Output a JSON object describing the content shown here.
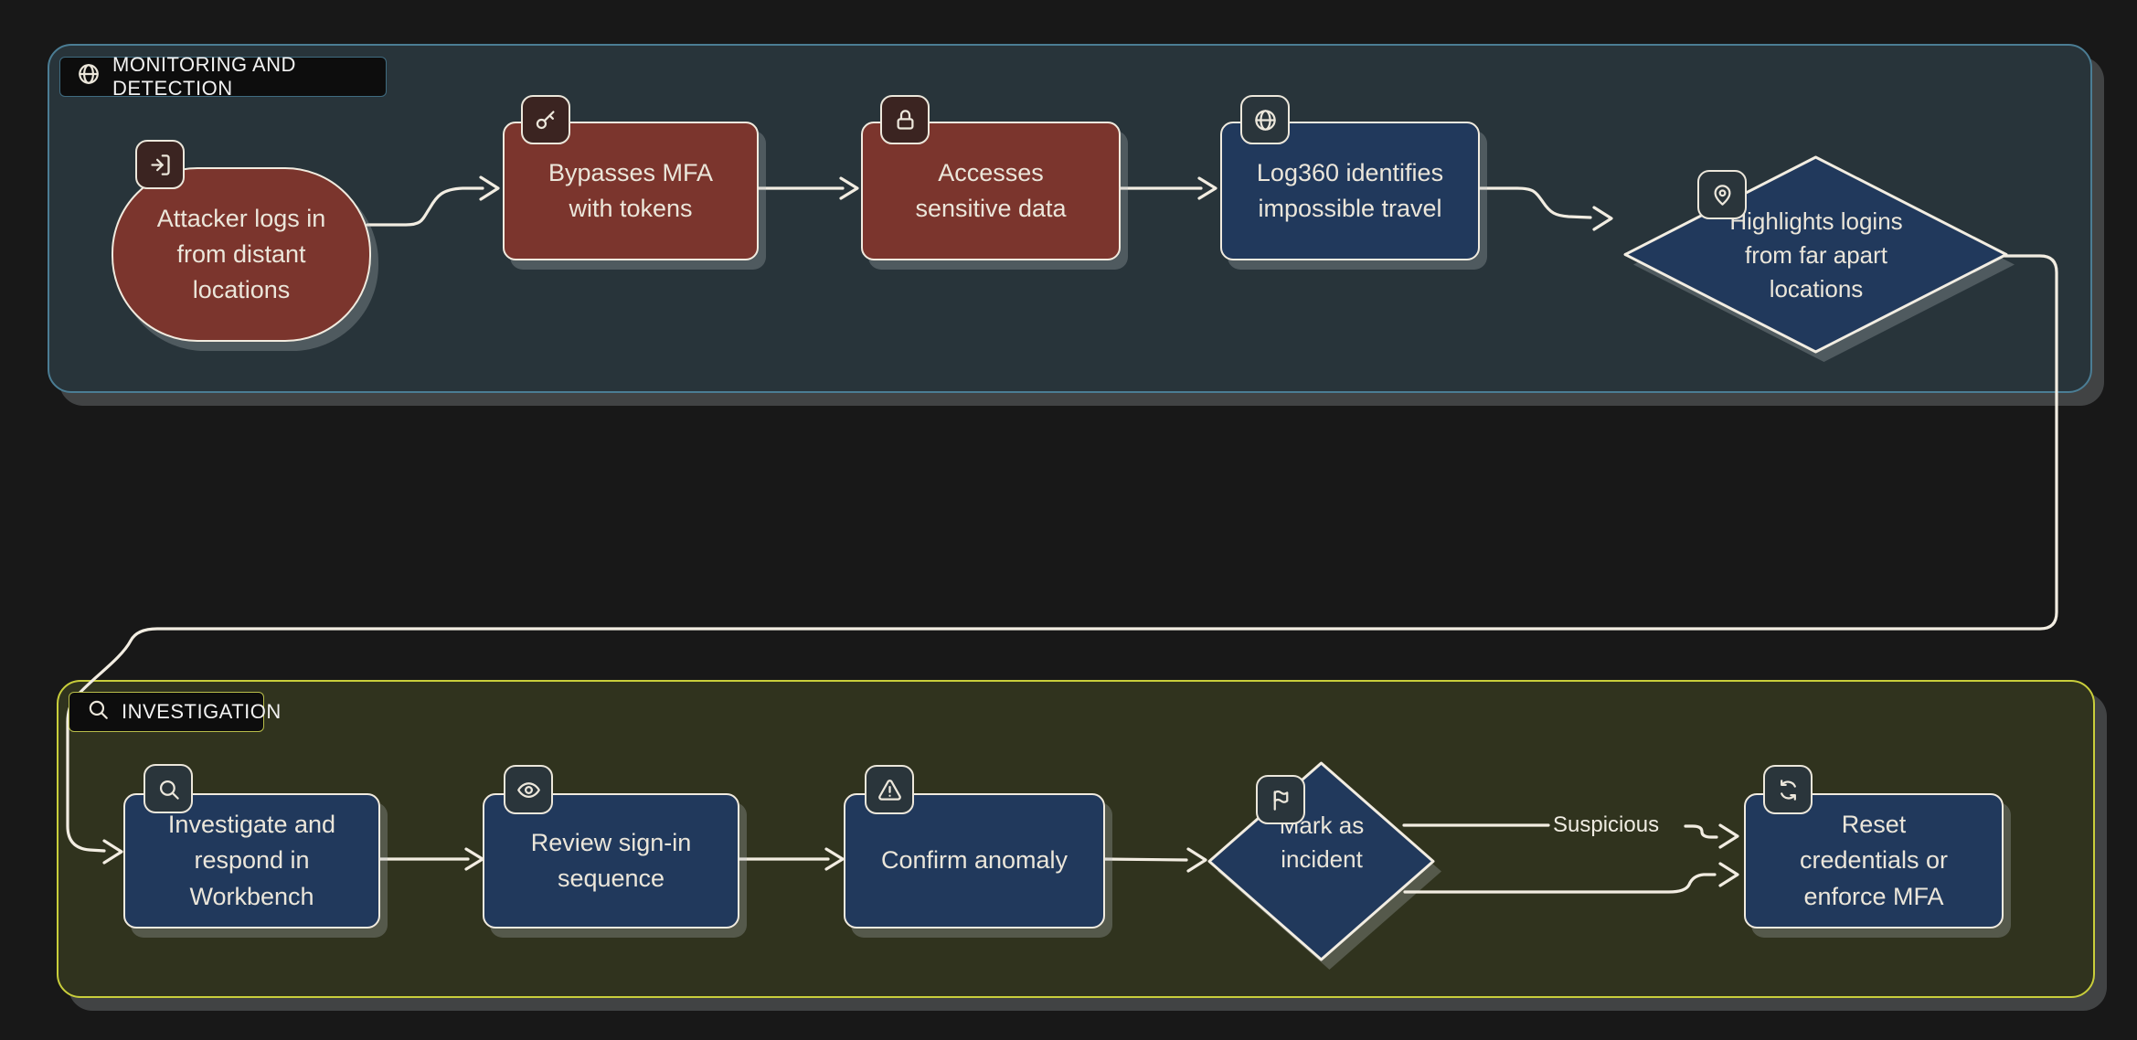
{
  "diagram": {
    "sections": [
      {
        "label": "MONITORING AND DETECTION",
        "icon": "globe-icon",
        "border_color": "#4b7d94",
        "fill": "#28343a"
      },
      {
        "label": "INVESTIGATION",
        "icon": "search-icon",
        "border_color": "#c9ce3b",
        "fill": "#30331e"
      }
    ],
    "nodes": [
      {
        "label": "Attacker logs in from distant locations",
        "icon": "log-in-icon",
        "shape": "stadium",
        "fill": "#7b352d"
      },
      {
        "label": "Bypasses MFA with tokens",
        "icon": "key-icon",
        "shape": "rect",
        "fill": "#7b352d"
      },
      {
        "label": "Accesses sensitive data",
        "icon": "lock-icon",
        "shape": "rect",
        "fill": "#7b352d"
      },
      {
        "label": "Log360 identifies impossible travel",
        "icon": "globe-icon",
        "shape": "rect",
        "fill": "#21395c"
      },
      {
        "label": "Highlights logins from far apart locations",
        "icon": "map-pin-icon",
        "shape": "diamond",
        "fill": "#21395c"
      },
      {
        "label": "Investigate and respond in Workbench",
        "icon": "search-icon",
        "shape": "rect",
        "fill": "#21395c"
      },
      {
        "label": "Review sign-in sequence",
        "icon": "eye-icon",
        "shape": "rect",
        "fill": "#21395c"
      },
      {
        "label": "Confirm anomaly",
        "icon": "alert-triangle-icon",
        "shape": "rect",
        "fill": "#21395c"
      },
      {
        "label": "Mark as incident",
        "icon": "flag-icon",
        "shape": "diamond",
        "fill": "#21395c"
      },
      {
        "label": "Reset credentials or enforce MFA",
        "icon": "refresh-icon",
        "shape": "rect",
        "fill": "#21395c"
      }
    ],
    "edge_labels": {
      "suspicious": "Suspicious"
    },
    "colors": {
      "background": "#181818",
      "node_red": "#7b352d",
      "node_blue": "#21395c",
      "edge_stroke": "#f2ede2",
      "text": "#ebe6da",
      "badge_red": "#3b2421",
      "badge_dark": "#2a353b",
      "chip_bg": "#0d0d0d",
      "section1_border": "#4b7d94",
      "section2_border": "#c9ce3b",
      "shadow": "rgba(173,178,182,0.30)"
    }
  }
}
